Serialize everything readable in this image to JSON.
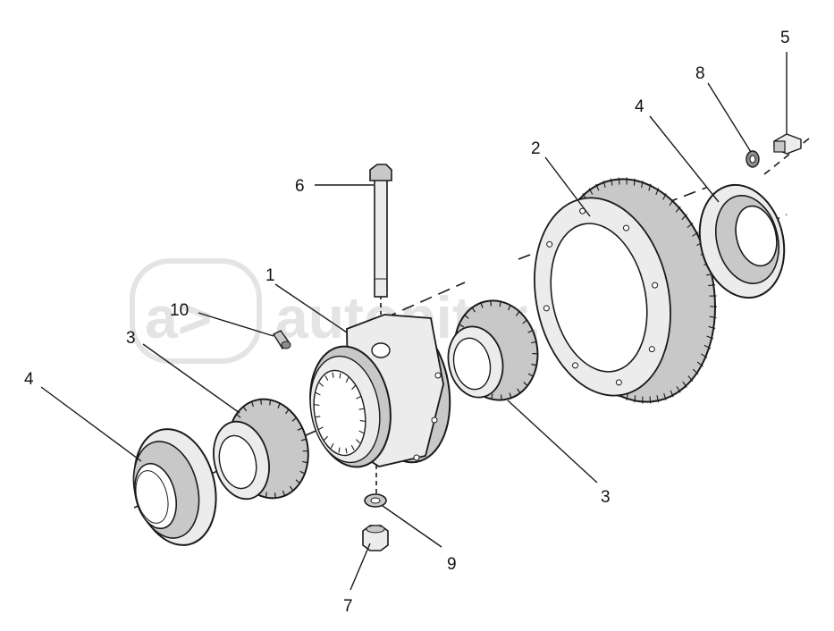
{
  "watermark": {
    "logo_text": "a>",
    "text": "autopiter.ru",
    "color": "#e4e4e4"
  },
  "colors": {
    "line": "#1a1a1a",
    "light_fill": "#ececec",
    "mid_fill": "#c8c8c8",
    "dark_fill": "#8c8c8c"
  },
  "callouts": {
    "c1": "1",
    "c2": "2",
    "c3_left": "3",
    "c3_right": "3",
    "c4_left": "4",
    "c4_right": "4",
    "c5": "5",
    "c6": "6",
    "c7": "7",
    "c8": "8",
    "c9": "9",
    "c10": "10"
  },
  "parts": [
    {
      "id": "1",
      "icon": "differential-housing-icon"
    },
    {
      "id": "2",
      "icon": "ring-gear-icon"
    },
    {
      "id": "3",
      "icon": "side-gear-icon"
    },
    {
      "id": "4",
      "icon": "bearing-cup-icon"
    },
    {
      "id": "5",
      "icon": "bolt-icon"
    },
    {
      "id": "6",
      "icon": "long-bolt-icon"
    },
    {
      "id": "7",
      "icon": "nut-icon"
    },
    {
      "id": "8",
      "icon": "lock-washer-icon"
    },
    {
      "id": "9",
      "icon": "washer-icon"
    },
    {
      "id": "10",
      "icon": "grease-fitting-icon"
    }
  ]
}
